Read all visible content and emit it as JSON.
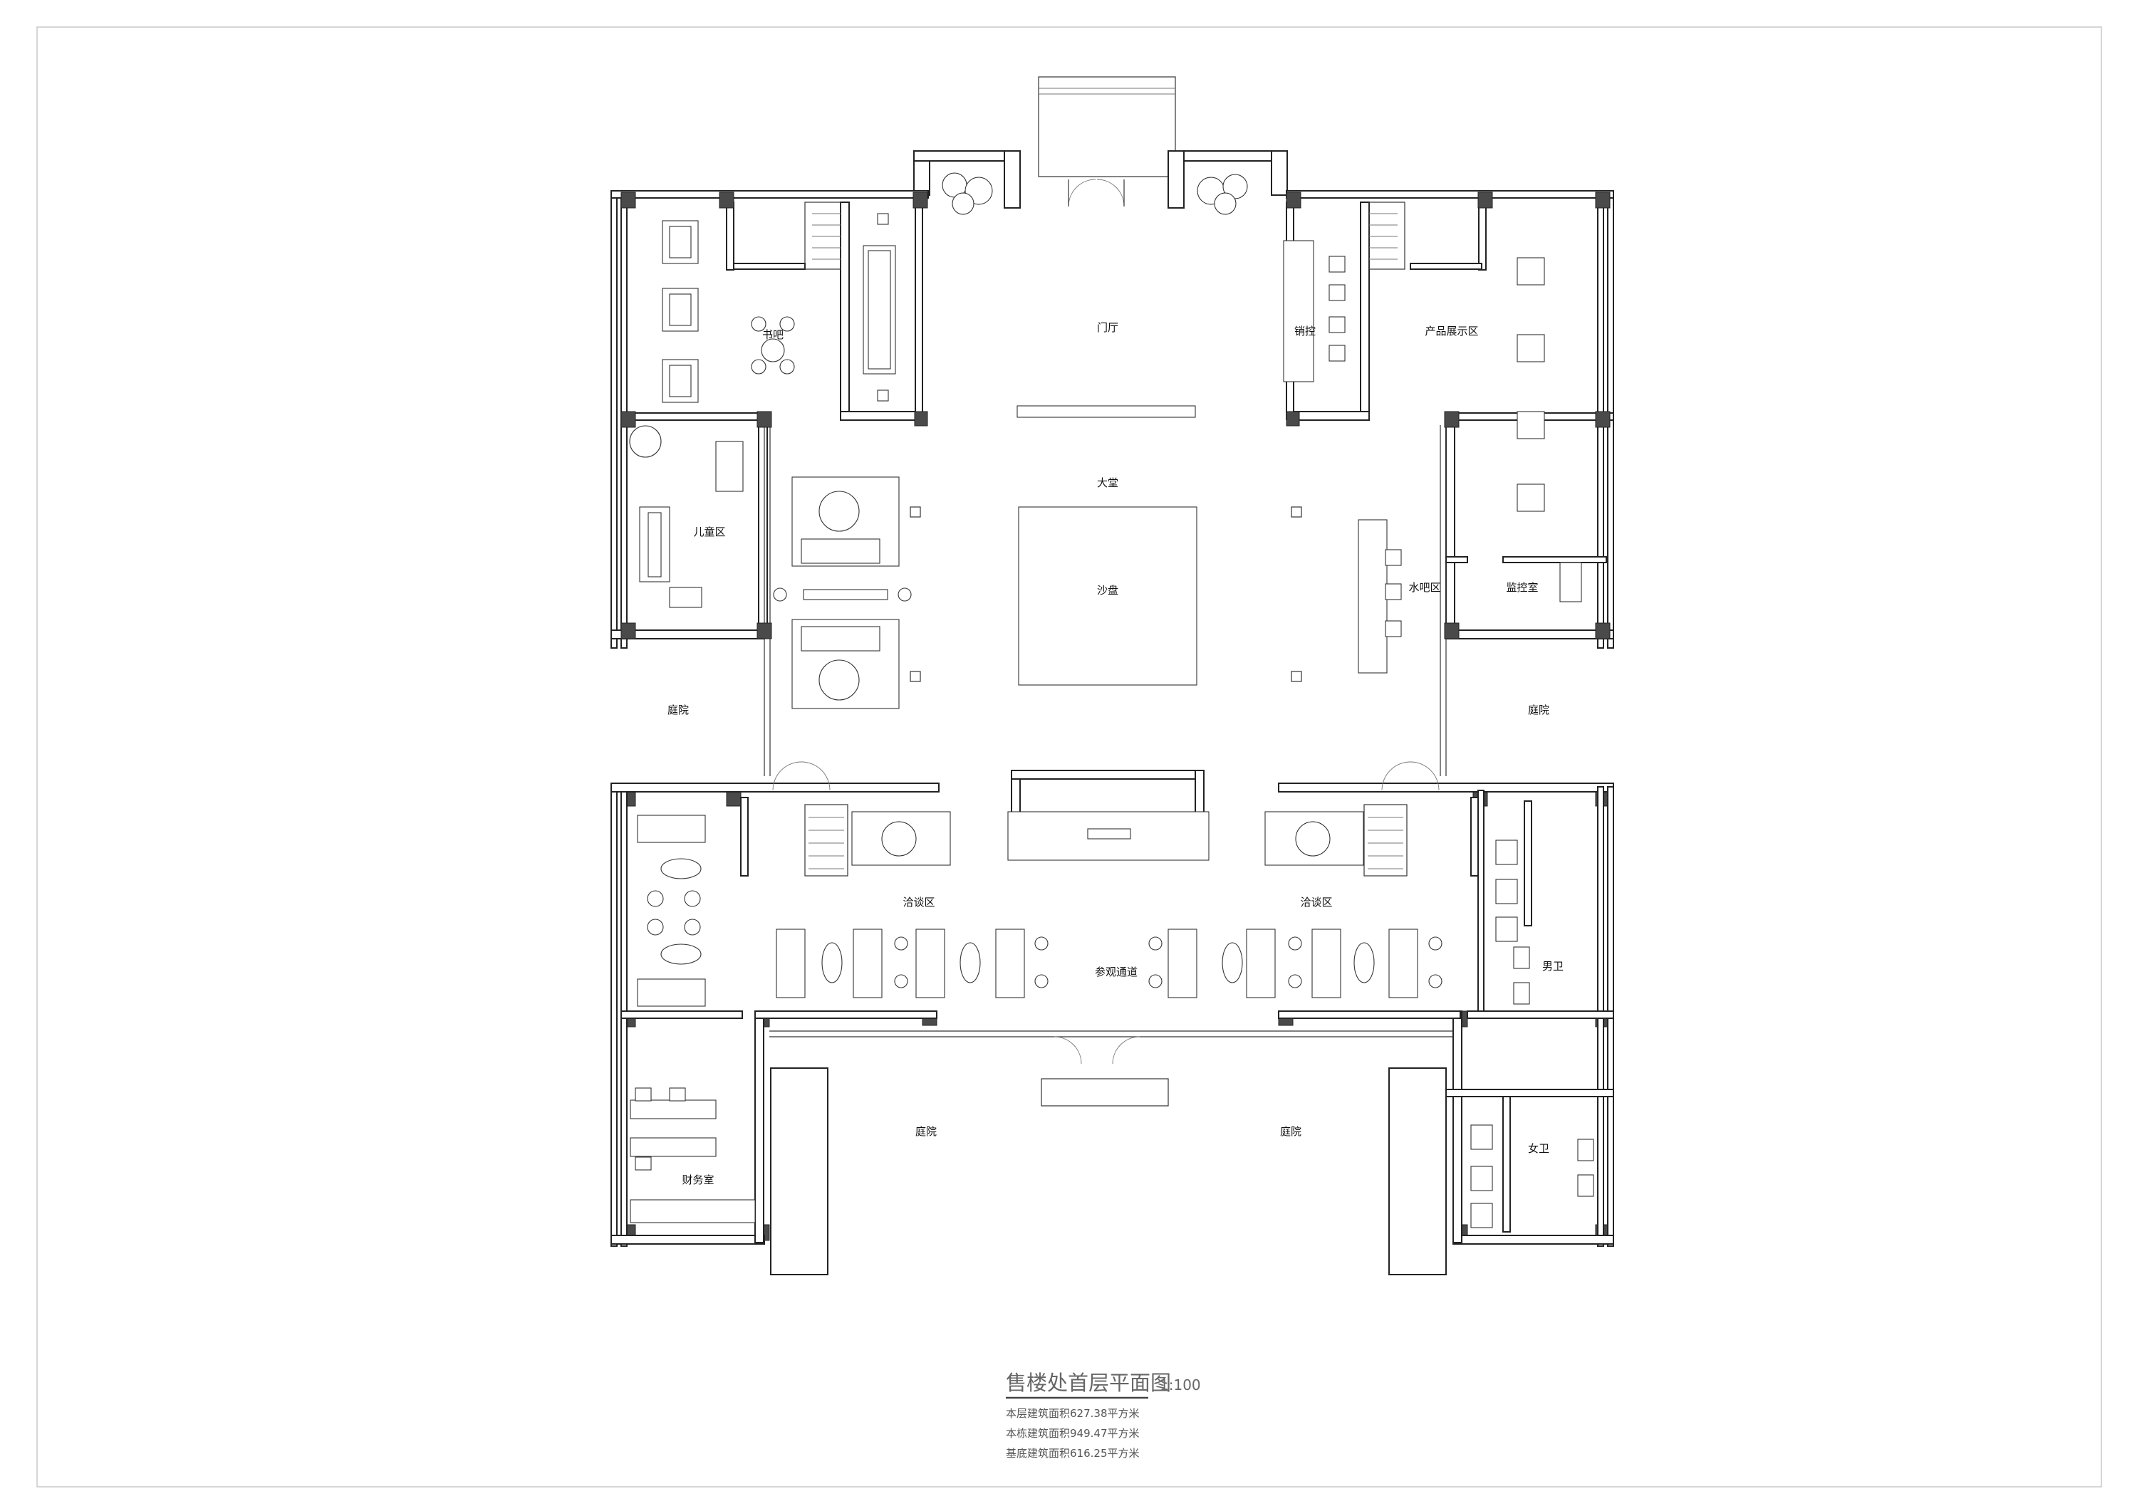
{
  "drawing": {
    "rooms": {
      "entrance_hall": "门厅",
      "sales_control": "销控",
      "product_display": "产品展示区",
      "book_bar": "书吧",
      "lobby": "大堂",
      "sand_table": "沙盘",
      "kids_area": "儿童区",
      "water_bar": "水吧区",
      "monitor_room": "监控室",
      "courtyard_left": "庭院",
      "courtyard_right": "庭院",
      "negotiation_left": "洽谈区",
      "negotiation_right": "洽谈区",
      "visit_passage": "参观通道",
      "mens_toilet": "男卫",
      "courtyard_bottom_left": "庭院",
      "courtyard_bottom_right": "庭院",
      "finance_room": "财务室",
      "womens_toilet": "女卫"
    }
  },
  "title_block": {
    "title": "售楼处首层平面图",
    "scale": "1:100",
    "notes": [
      "本层建筑面积627.38平方米",
      "本栋建筑面积949.47平方米",
      "基底建筑面积616.25平方米"
    ]
  }
}
